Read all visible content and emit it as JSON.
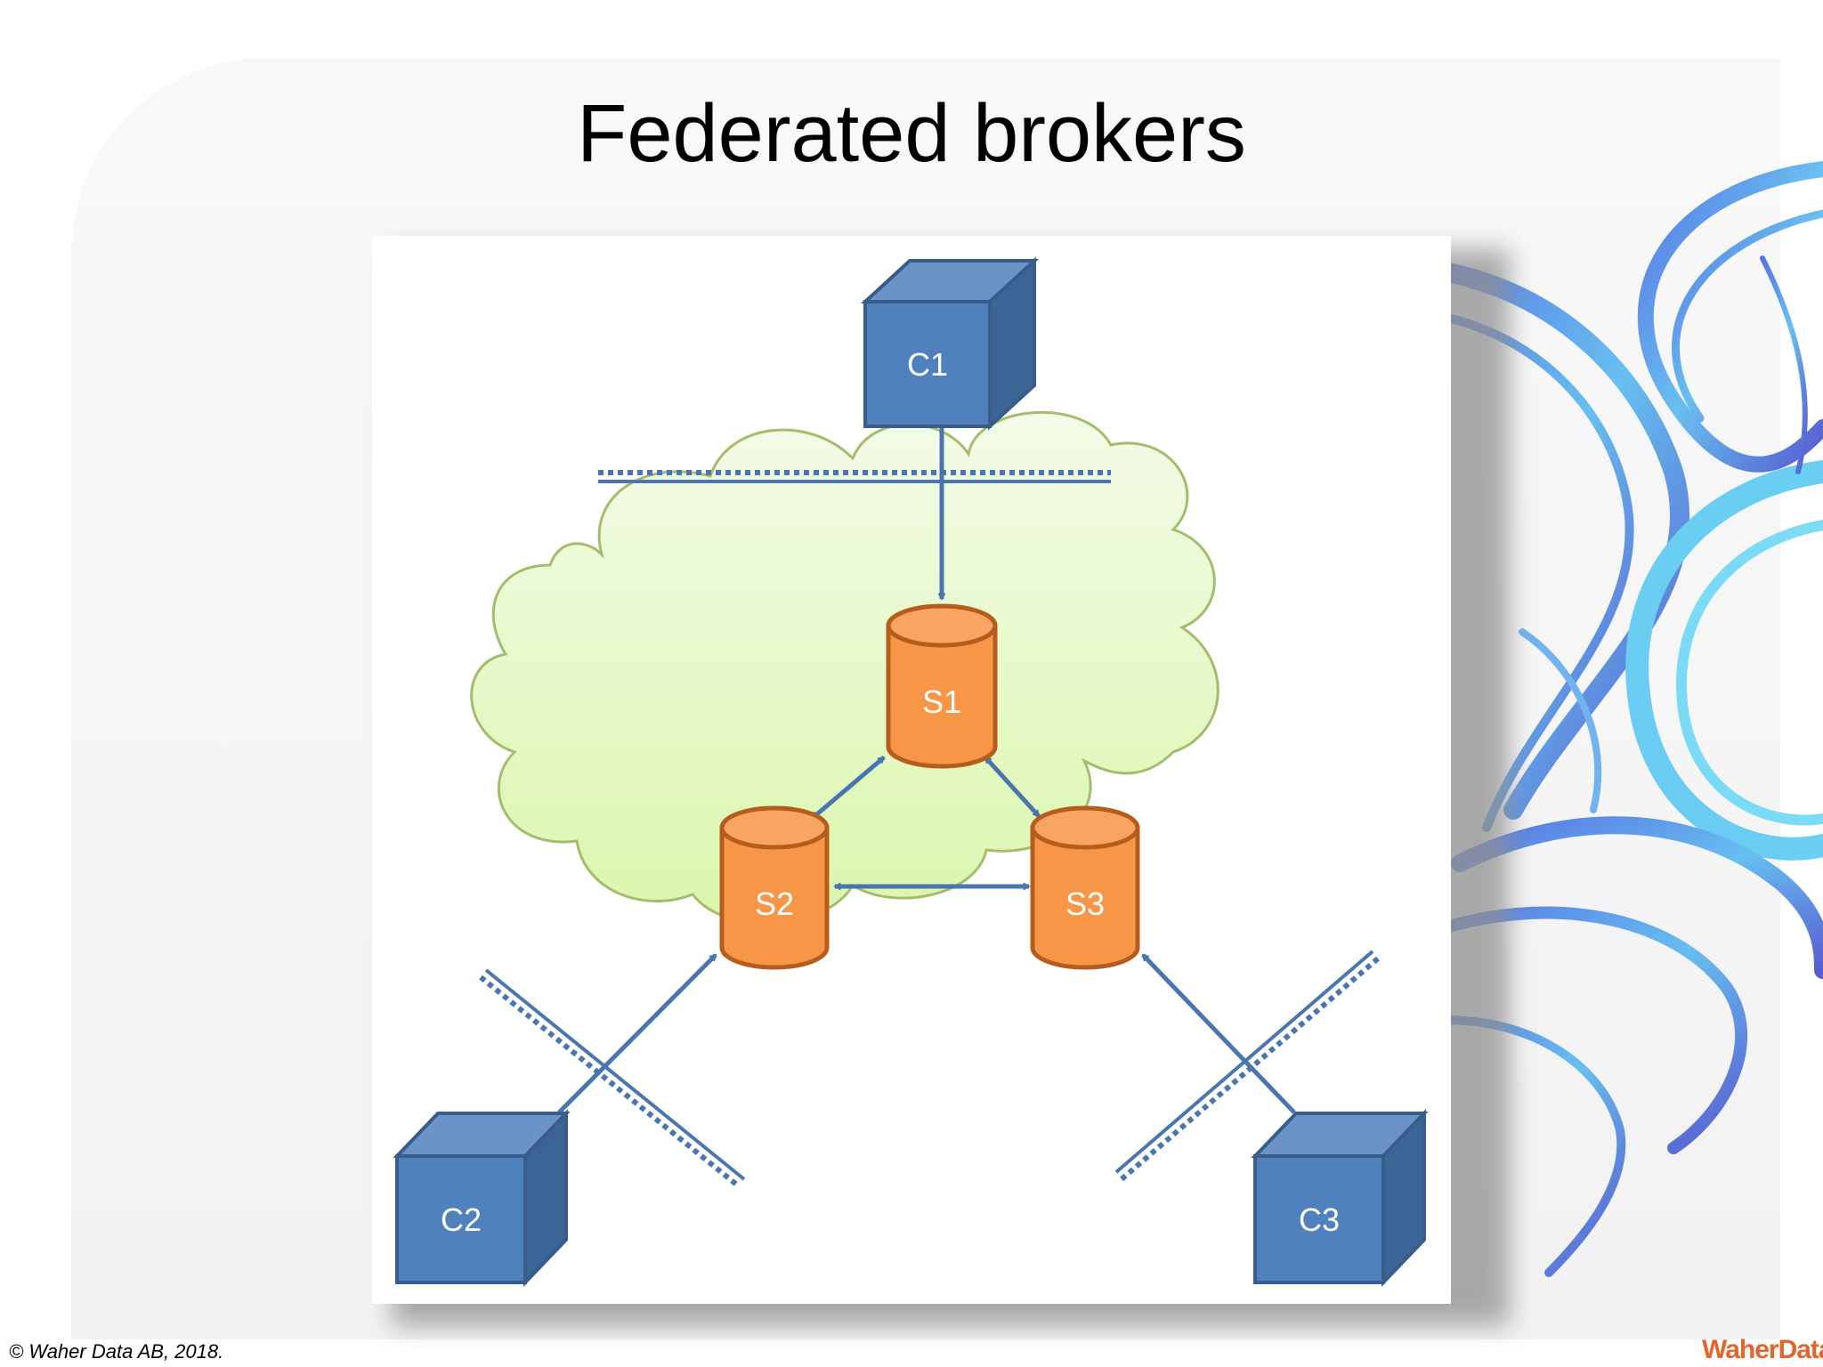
{
  "slide": {
    "title": "Federated brokers",
    "copyright": "© Waher Data AB, 2018.",
    "logo_text": "WaherData"
  },
  "diagram": {
    "clients": [
      {
        "id": "c1",
        "label": "C1"
      },
      {
        "id": "c2",
        "label": "C2"
      },
      {
        "id": "c3",
        "label": "C3"
      }
    ],
    "servers": [
      {
        "id": "s1",
        "label": "S1"
      },
      {
        "id": "s2",
        "label": "S2"
      },
      {
        "id": "s3",
        "label": "S3"
      }
    ],
    "connections": [
      {
        "from": "C1",
        "to": "S1",
        "direction": "one-way"
      },
      {
        "from": "C2",
        "to": "S2",
        "direction": "one-way"
      },
      {
        "from": "C3",
        "to": "S3",
        "direction": "one-way"
      },
      {
        "from": "S1",
        "to": "S2",
        "direction": "bidirectional"
      },
      {
        "from": "S1",
        "to": "S3",
        "direction": "bidirectional"
      },
      {
        "from": "S2",
        "to": "S3",
        "direction": "bidirectional"
      }
    ],
    "colors": {
      "client_fill": "#4f81bd",
      "client_top": "#6c93c8",
      "client_side": "#3b6597",
      "client_stroke": "#385d8a",
      "server_fill": "#f79646",
      "server_stroke": "#b65d1d",
      "cloud_fill_top": "#f3fbe8",
      "cloud_fill_bottom": "#dcf7b0",
      "cloud_stroke": "#a4bd6b",
      "arrow": "#4a76b0"
    }
  }
}
